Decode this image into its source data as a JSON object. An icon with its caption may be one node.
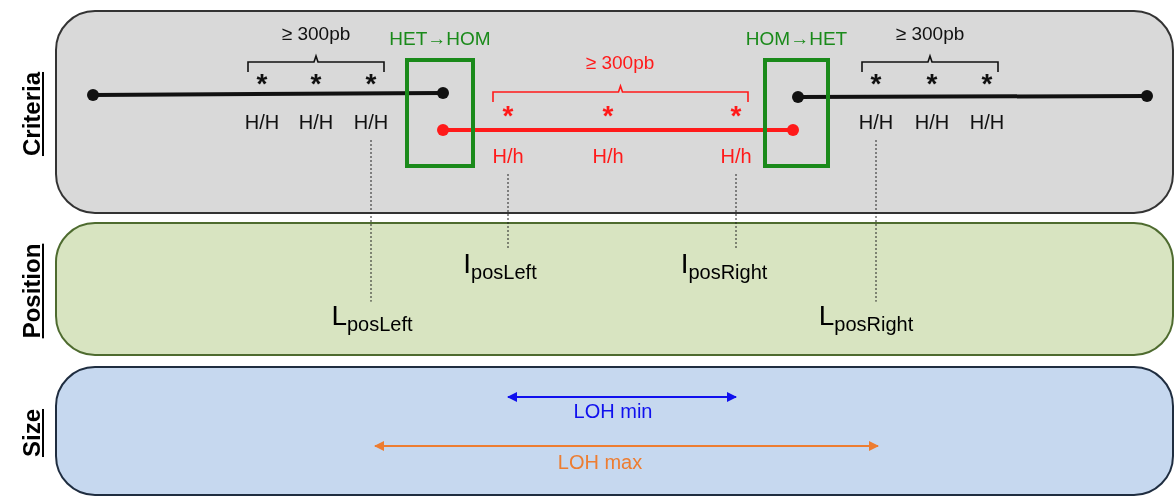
{
  "diagram": {
    "nodes": [
      {
        "text": [
          "Criteria"
        ]
      },
      {
        "text": [
          "HET→HOM"
        ],
        "in": 0
      },
      {
        "text": [
          "H/H"
        ],
        "in": 0
      },
      {
        "text": [
          "H/h"
        ],
        "in": 0
      },
      {
        "text": [
          "H/h"
        ],
        "in": 0
      },
      {
        "text": [
          "HOM→HET"
        ],
        "in": 0
      },
      {
        "text": [
          "H/H"
        ],
        "in": 0
      },
      {
        "text": [
          "Position"
        ]
      },
      {
        "text": [
          "L$_{posLeft}$"
        ],
        "in": 7
      },
      {
        "text": [
          "I$_{posLeft}$"
        ],
        "in": 7
      },
      {
        "text": [
          "I$_{posRight}$"
        ],
        "in": 7
      },
      {
        "text": [
          "L$_{posRight}$"
        ],
        "in": 7
      },
      {
        "text": [
          "Size"
        ]
      }
    ],
    "edges": [
      {
        "from": 2,
        "to": 8,
        "arrow": "none",
        "style": "dashed"
      },
      {
        "from": 3,
        "to": 9,
        "arrow": "none",
        "style": "dashed"
      },
      {
        "from": 4,
        "to": 10,
        "arrow": "none",
        "style": "dashed"
      },
      {
        "from": 6,
        "to": 11,
        "arrow": "none",
        "style": "dashed"
      }
    ],
    "labels": [
      "≥ 300pb",
      "≥ 300pb",
      "≥ 300pb",
      "*",
      "*",
      "*",
      "*",
      "*",
      "*",
      "*",
      "*",
      "*",
      "H/H",
      "H/H",
      "H/h",
      "H/H",
      "H/H",
      "LOH min",
      "LOH max"
    ]
  }
}
